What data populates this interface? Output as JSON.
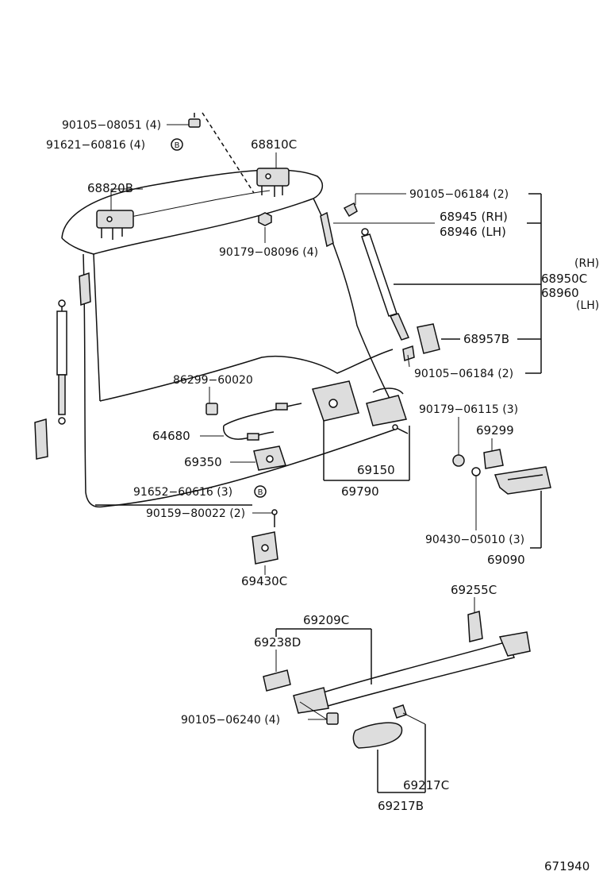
{
  "diagram_number": "671940",
  "callouts": {
    "bolt_90105_08051": "90105−08051 (4)",
    "bolt_91621_60816": "91621−60816 (4)",
    "hinge_68810c": "68810C",
    "hinge_68820b": "68820B",
    "bolt_90105_06184_top": "90105−06184 (2)",
    "strut_68945": "68945 (RH)",
    "strut_68946": "68946 (LH)",
    "nut_90179_08096": "90179−08096 (4)",
    "rh_tag": "(RH)",
    "damper_68950c": "68950C",
    "damper_68960": "68960",
    "lh_tag": "(LH)",
    "bracket_68957b": "68957B",
    "bolt_90105_06184_bottom": "90105−06184 (2)",
    "clip_86299_60020": "86299−60020",
    "nut_90179_06115": "90179−06115 (3)",
    "cable_64680": "64680",
    "handle_69299": "69299",
    "motor_69350": "69350",
    "lock_69150": "69150",
    "lock_assy_69790": "69790",
    "screw_91652_60616": "91652−60616 (3)",
    "screw_90159_80022": "90159−80022 (2)",
    "clip_90430_05010": "90430−05010 (3)",
    "handle_assy_69090": "69090",
    "striker_69430c": "69430C",
    "bracket_69255c": "69255C",
    "handle_69209c": "69209C",
    "plate_69238d": "69238D",
    "bolt_90105_06240": "90105−06240 (4)",
    "cover_69217c": "69217C",
    "cover_69217b": "69217B",
    "marker_b1": "B",
    "marker_b2": "B"
  }
}
